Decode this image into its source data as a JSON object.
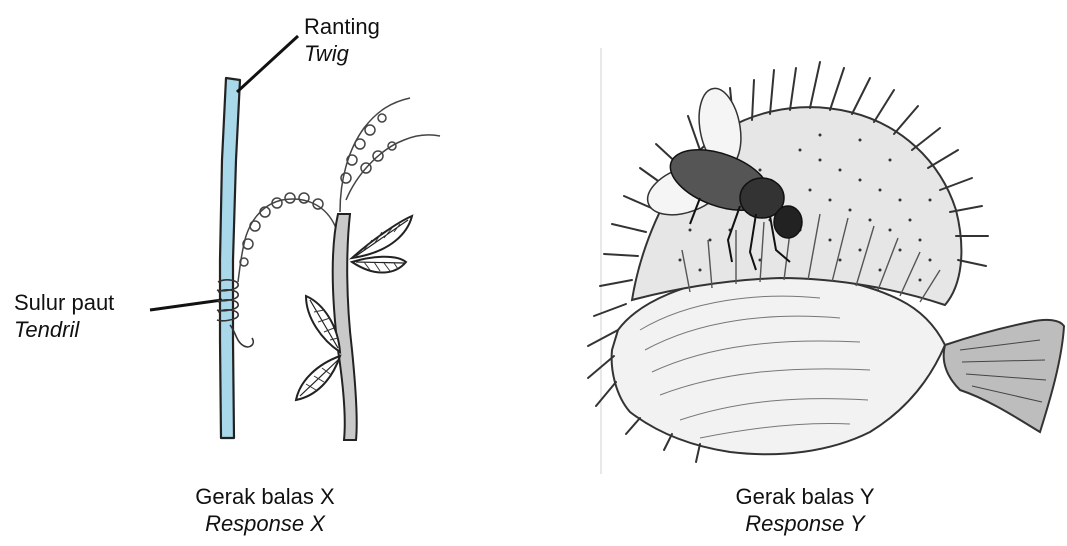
{
  "colors": {
    "twig_fill": "#a8d8ea",
    "line": "#222222",
    "background": "#ffffff"
  },
  "figure_x": {
    "twig_label": {
      "malay": "Ranting",
      "english": "Twig"
    },
    "tendril_label": {
      "malay": "Sulur paut",
      "english": "Tendril"
    },
    "caption": {
      "malay": "Gerak balas X",
      "english": "Response X"
    }
  },
  "figure_y": {
    "caption": {
      "malay": "Gerak balas Y",
      "english": "Response Y"
    }
  }
}
